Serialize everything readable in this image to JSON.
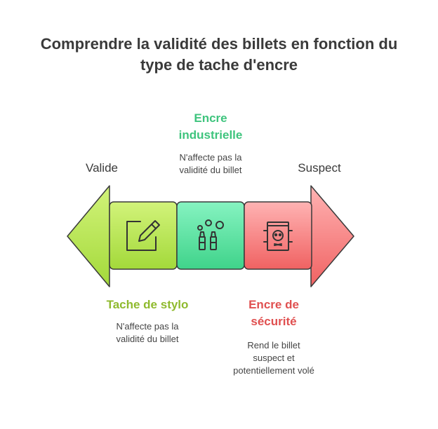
{
  "title": {
    "line1": "Comprendre la validité des billets en fonction du",
    "line2": "type de tache d'encre"
  },
  "poles": {
    "left": "Valide",
    "right": "Suspect"
  },
  "items": [
    {
      "heading_lines": [
        "Tache de stylo"
      ],
      "desc_lines": [
        "N'affecte pas la",
        "validité du billet"
      ],
      "color": "#8fba2e",
      "icon": "pen-on-paper-icon"
    },
    {
      "heading_lines": [
        "Encre",
        "industrielle"
      ],
      "desc_lines": [
        "N'affecte pas la",
        "validité du billet"
      ],
      "color": "#3ec47d",
      "icon": "ink-bottles-icon"
    },
    {
      "heading_lines": [
        "Encre de",
        "sécurité"
      ],
      "desc_lines": [
        "Rend le billet",
        "suspect et",
        "potentiellement volé"
      ],
      "color": "#e05050",
      "icon": "skull-box-icon"
    }
  ],
  "colors": {
    "green_light": "#c8f06a",
    "green_mid": "#a5dc3c",
    "teal_light": "#7df0b8",
    "teal_mid": "#3fd38a",
    "red_light": "#ffaaaa",
    "red_mid": "#f06060",
    "outline": "#3a3a3a"
  }
}
